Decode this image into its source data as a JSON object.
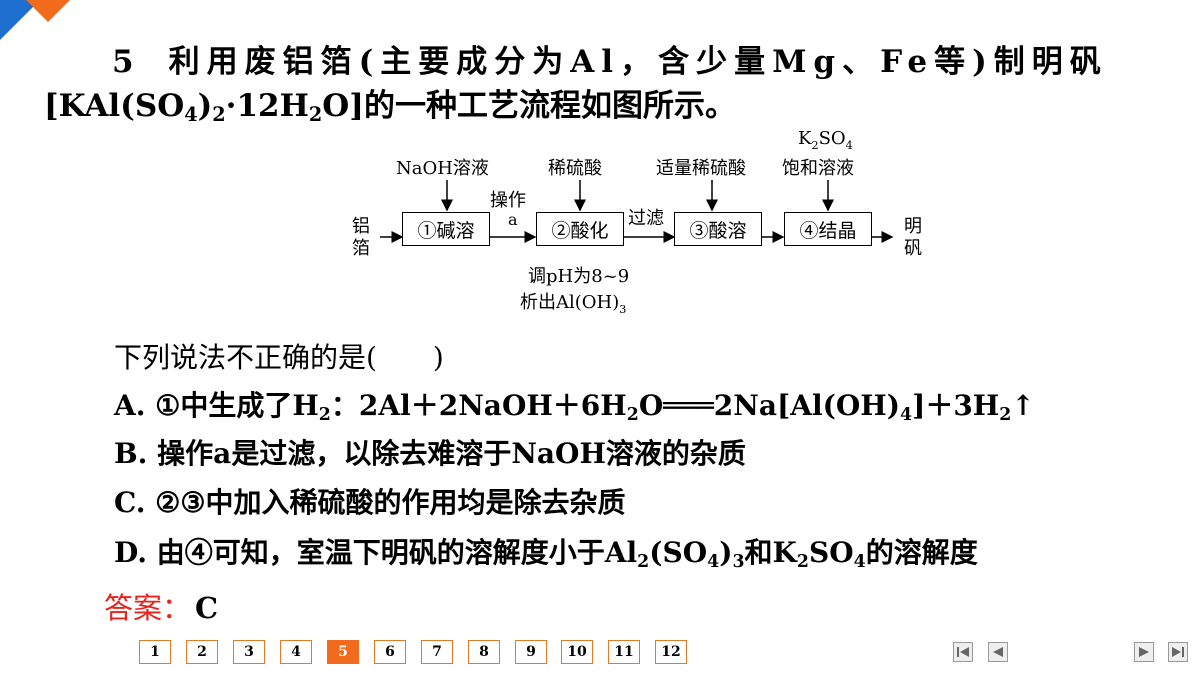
{
  "question": {
    "number": "5",
    "line1_a": "利用废铝箔(主要成分为Al，含少量Mg、Fe等)制明矾",
    "line2_a": "[KAl(SO",
    "line2_sub1": "4",
    "line2_b": ")",
    "line2_sub2": "2",
    "line2_c": "·12H",
    "line2_sub3": "2",
    "line2_d": "O]的一种工艺流程如图所示。"
  },
  "flowchart": {
    "start_top": "铝",
    "start_bottom": "箔",
    "end_top": "明",
    "end_bottom": "矾",
    "reagent1": "NaOH溶液",
    "reagent2": "稀硫酸",
    "reagent3": "适量稀硫酸",
    "reagent4_top": "K",
    "reagent4_sub": "2",
    "reagent4_rest": "SO",
    "reagent4_sub2": "4",
    "reagent4_bottom": "饱和溶液",
    "op_a_top": "操作",
    "op_a_bottom": "a",
    "op_filter": "过滤",
    "box1": "①碱溶",
    "box2": "②酸化",
    "box3": "③酸溶",
    "box4": "④结晶",
    "note1": "调pH为8~9",
    "note2": "析出Al(OH)",
    "note2_sub": "3"
  },
  "stem": "下列说法不正确的是(　　)",
  "options": {
    "A_prefix": "A. ",
    "A_text1": "①中生成了H",
    "A_sub1": "2",
    "A_text2": "：2Al＋2NaOH＋6H",
    "A_sub2": "2",
    "A_text3": "O═══2Na[Al(OH)",
    "A_sub3": "4",
    "A_text4": "]＋3H",
    "A_sub4": "2",
    "A_text5": "↑",
    "B_prefix": "B. ",
    "B_text": "操作a是过滤，以除去难溶于NaOH溶液的杂质",
    "C_prefix": "C. ",
    "C_text": "②③中加入稀硫酸的作用均是除去杂质",
    "D_prefix": "D. ",
    "D_text1": "由④可知，室温下明矾的溶解度小于Al",
    "D_sub1": "2",
    "D_text2": "(SO",
    "D_sub2": "4",
    "D_text3": ")",
    "D_sub3": "3",
    "D_text4": "和K",
    "D_sub4": "2",
    "D_text5": "SO",
    "D_sub5": "4",
    "D_text6": "的溶解度"
  },
  "answer": {
    "label": "答案：",
    "value": "C"
  },
  "pager": {
    "pages": [
      "1",
      "2",
      "3",
      "4",
      "5",
      "6",
      "7",
      "8",
      "9",
      "10",
      "11",
      "12"
    ],
    "current": "5"
  },
  "colors": {
    "accent": "#f26a1b",
    "answer_label": "#e8231b",
    "logo_blue": "#1f6fd1"
  }
}
